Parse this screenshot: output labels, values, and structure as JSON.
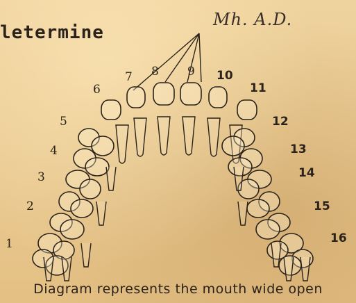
{
  "header": {
    "typed_heading": "letermine",
    "handwritten_note": "Mh. A.D."
  },
  "diagram": {
    "caption": "Diagram represents the mouth wide open",
    "tooth_labels_left": [
      "1",
      "2",
      "3",
      "4",
      "5",
      "6",
      "7",
      "8",
      "9"
    ],
    "tooth_labels_right": [
      "10",
      "11",
      "12",
      "13",
      "14",
      "15",
      "16"
    ]
  },
  "colors": {
    "paper": "#e9c98f",
    "ink": "#2b221a"
  }
}
